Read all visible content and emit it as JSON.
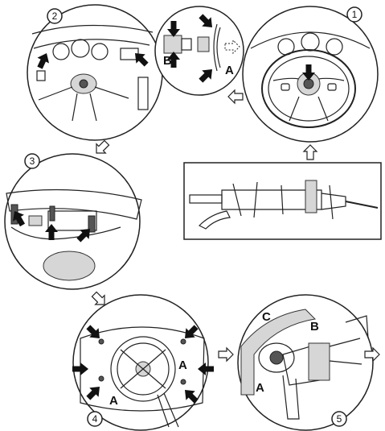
{
  "steps": {
    "step1": {
      "number": "1"
    },
    "step2": {
      "number": "2",
      "label_a": "A",
      "label_b": "B"
    },
    "step3": {
      "number": "3"
    },
    "step4": {
      "number": "4",
      "label_a_left": "A",
      "label_a_right": "A"
    },
    "step5": {
      "number": "5",
      "label_a": "A",
      "label_b": "B",
      "label_c": "C"
    }
  },
  "icons": {
    "push_arrow": "black-push-arrow-icon",
    "flow_arrow": "outline-flow-arrow-icon"
  },
  "colors": {
    "ink": "#222222",
    "arrow": "#111111",
    "shade": "#d6d6d6"
  }
}
